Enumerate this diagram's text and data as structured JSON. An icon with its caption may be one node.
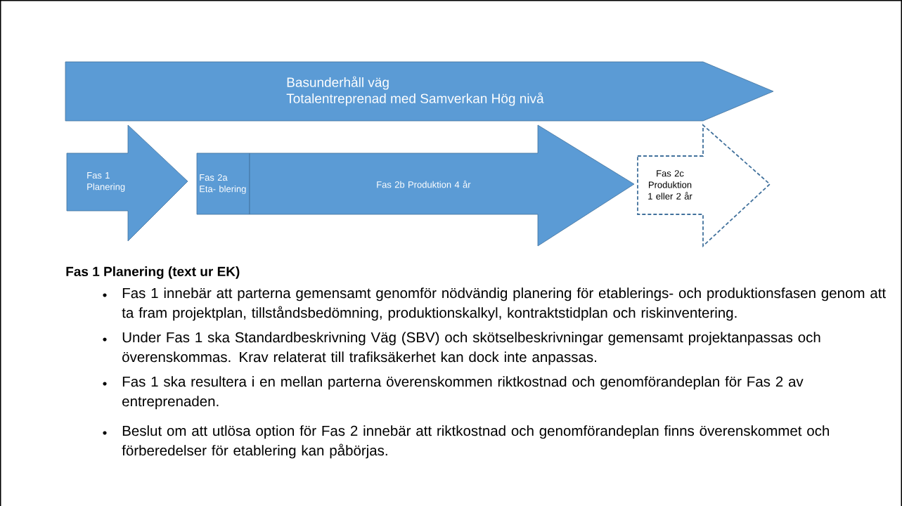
{
  "diagram": {
    "nodes": [
      {
        "text": [
          "Basunderhåll väg",
          "Totalentreprenad med Samverkan Hög nivå"
        ]
      },
      {
        "text": [
          "Fas 1 Planering"
        ]
      },
      {
        "text": [
          "Fas 2a Eta- blering"
        ]
      },
      {
        "text": [
          "Fas 2b Produktion 4 år"
        ]
      },
      {
        "text": [
          "Fas 2c Produktion 1 eller 2 år"
        ]
      }
    ],
    "labels": [
      "Fas 1 Planering (text ur EK)",
      "Fas 1 innebär att parterna gemensamt genomför nödvändig planering för etablerings- och produktionsfasen genom att ta fram projektplan, tillståndsbedömning, produktionskalkyl, kontraktstidplan och riskinventering.",
      "Under Fas 1 ska Standardbeskrivning Väg (SBV) och skötselbeskrivningar gemensamt projektanpassas och överenskommas. Krav relaterat till trafiksäkerhet kan dock inte anpassas.",
      "Fas 1 ska resultera i en mellan parterna överenskommen riktkostnad och genomförandeplan för Fas 2 av entreprenaden.",
      "Beslut om att utlösa option för Fas 2 innebär att riktkostnad och genomförandeplan finns överenskommet och förberedelser för etablering kan påbörjas."
    ]
  }
}
